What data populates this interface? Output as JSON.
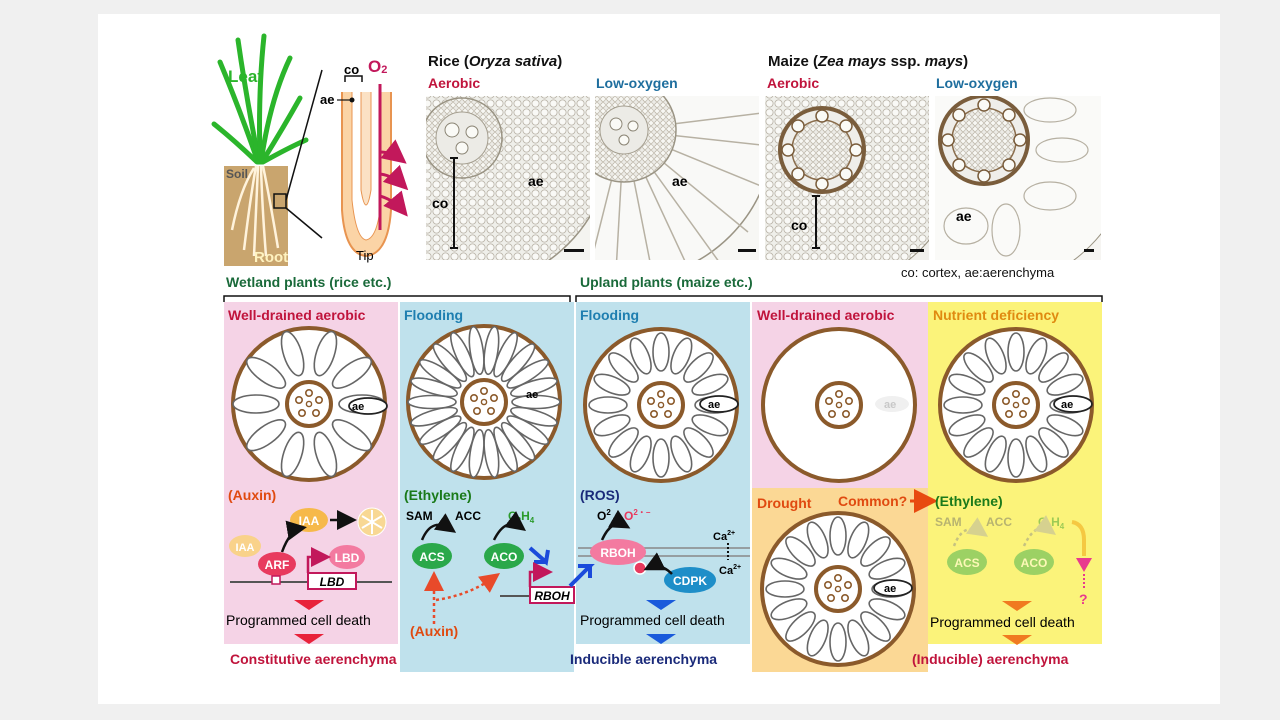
{
  "colors": {
    "aerobic_red": "#c0143c",
    "lowoxygen_blue": "#1e6e9e",
    "wetland_green": "#1a6a3a",
    "flooding_blue": "#1e7eb0",
    "nutrient_orange": "#e08a10",
    "ethylene_green": "#1a7a1a",
    "ros_navy": "#1a2a7a",
    "auxin_orange": "#e04a10",
    "pink_panel": "#f5d3e6",
    "blue_panel": "#bfe1ec",
    "yellow_panel": "#fbf37a",
    "orange_panel": "#fbd895"
  },
  "overview": {
    "leaf_label": "Leaf",
    "soil_label": "Soil",
    "root_label": "Root",
    "co_label": "co",
    "ae_label": "ae",
    "o2_label": "O",
    "o2_sub": "2",
    "tip_label": "Tip"
  },
  "micrographs": {
    "rice_title": "Rice (",
    "rice_species": "Oryza sativa",
    "rice_close": ")",
    "maize_title": "Maize (",
    "maize_species": "Zea mays",
    "maize_mid": " ssp. ",
    "maize_subspecies": "mays",
    "maize_close": ")",
    "aerobic": "Aerobic",
    "low_oxygen": "Low-oxygen",
    "co": "co",
    "ae": "ae",
    "legend": "co: cortex,  ae:aerenchyma"
  },
  "groups": {
    "wetland": "Wetland plants (rice etc.)",
    "upland": "Upland plants  (maize etc.)"
  },
  "panels": {
    "p1_title": "Well-drained aerobic",
    "p2_title": "Flooding",
    "p3_title": "Flooding",
    "p4_title": "Well-drained aerobic",
    "p5_title": "Nutrient deficiency",
    "drought_title": "Drought",
    "common_label": "Common?",
    "ae": "ae"
  },
  "pathways": {
    "auxin": "(Auxin)",
    "iaa": "IAA",
    "arf": "ARF",
    "lbd": "LBD",
    "ethylene": "(Ethylene)",
    "sam": "SAM",
    "acc": "ACC",
    "c2h4_main": "C",
    "c2h4_sub1": "2",
    "c2h4_h": "H",
    "c2h4_sub2": "4",
    "acs": "ACS",
    "aco": "ACO",
    "auxin2": "(Auxin)",
    "rboh_gene": "RBOH",
    "ros": "(ROS)",
    "o2": "O",
    "o2_sup": "2",
    "o2rad_sup": "2・−",
    "rboh": "RBOH",
    "ca": "Ca",
    "ca_sup": "2+",
    "cdpk": "CDPK",
    "ethylene2": "(Ethylene)",
    "question": "?"
  },
  "outcomes": {
    "pcd": "Programmed cell death",
    "constitutive": "Constitutive aerenchyma",
    "inducible": "Inducible aerenchyma",
    "inducible2": "(Inducible) aerenchyma"
  }
}
